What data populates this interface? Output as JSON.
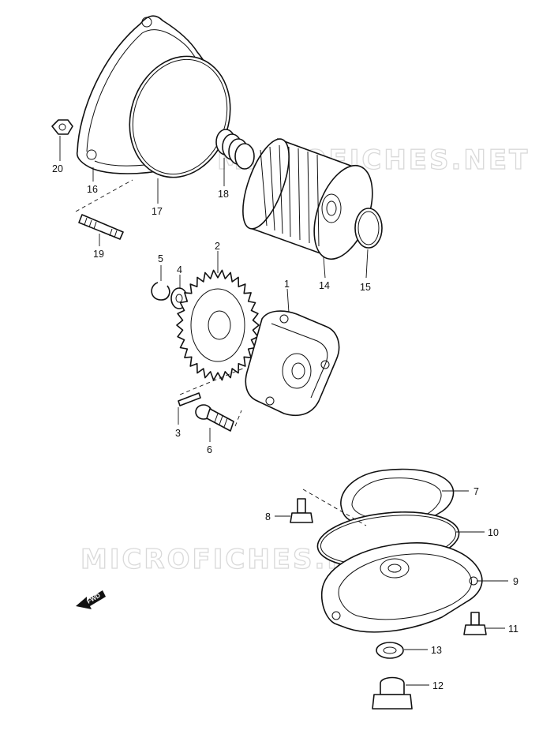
{
  "watermarks": {
    "top": "MICROFICHES.NET",
    "middle": "MICROFICHES.NET"
  },
  "fwd_label": "FWD",
  "callouts": [
    {
      "id": "1",
      "label": "1"
    },
    {
      "id": "2",
      "label": "2"
    },
    {
      "id": "3",
      "label": "3"
    },
    {
      "id": "4",
      "label": "4"
    },
    {
      "id": "5",
      "label": "5"
    },
    {
      "id": "6",
      "label": "6"
    },
    {
      "id": "7",
      "label": "7"
    },
    {
      "id": "8",
      "label": "8"
    },
    {
      "id": "9",
      "label": "9"
    },
    {
      "id": "10",
      "label": "10"
    },
    {
      "id": "11",
      "label": "11"
    },
    {
      "id": "12",
      "label": "12"
    },
    {
      "id": "13",
      "label": "13"
    },
    {
      "id": "14",
      "label": "14"
    },
    {
      "id": "15",
      "label": "15"
    },
    {
      "id": "16",
      "label": "16"
    },
    {
      "id": "17",
      "label": "17"
    },
    {
      "id": "18",
      "label": "18"
    },
    {
      "id": "19",
      "label": "19"
    },
    {
      "id": "20",
      "label": "20"
    }
  ]
}
